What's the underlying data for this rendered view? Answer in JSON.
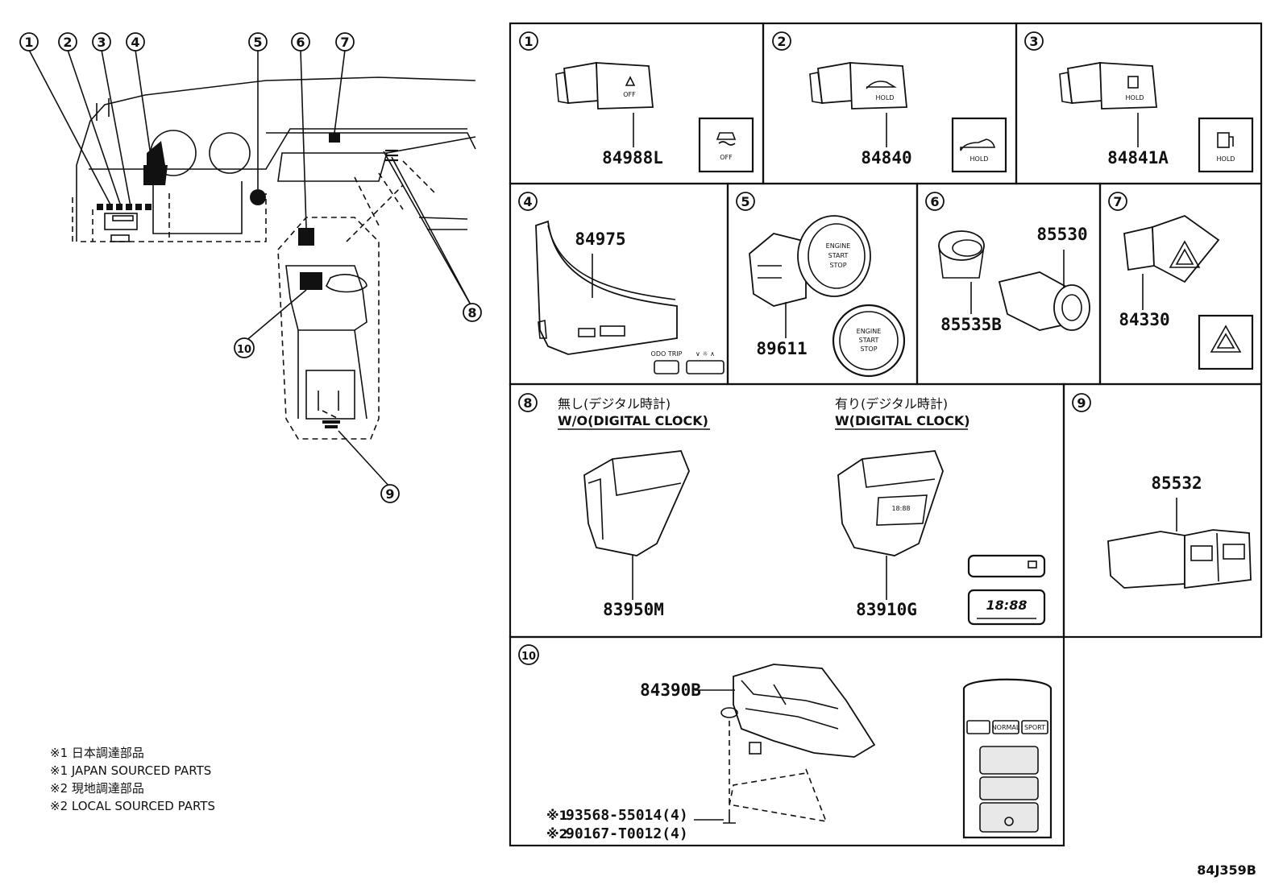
{
  "overview": {
    "callouts": [
      "1",
      "2",
      "3",
      "4",
      "5",
      "6",
      "7",
      "8",
      "9",
      "10"
    ]
  },
  "panels": {
    "p1": {
      "num": "1",
      "part": "84988L",
      "icon_text": "OFF",
      "switch_text": "OFF"
    },
    "p2": {
      "num": "2",
      "part": "84840",
      "icon_text": "HOLD",
      "switch_text": "HOLD"
    },
    "p3": {
      "num": "3",
      "part": "84841A",
      "icon_text": "HOLD",
      "switch_text": "HOLD"
    },
    "p4": {
      "num": "4",
      "part": "84975",
      "btn1": "ODO TRIP",
      "btn2": "∨ ☼ ∧"
    },
    "p5": {
      "num": "5",
      "part": "89611",
      "btn_line1": "ENGINE",
      "btn_line2": "START",
      "btn_line3": "STOP"
    },
    "p6": {
      "num": "6",
      "part_a": "85530",
      "part_b": "85535B"
    },
    "p7": {
      "num": "7",
      "part": "84330"
    },
    "p8": {
      "num": "8",
      "wo_jp": "無し(デジタル時計)",
      "wo_en": "W/O(DIGITAL CLOCK)",
      "w_jp": "有り(デジタル時計)",
      "w_en": "W(DIGITAL CLOCK)",
      "part_a": "83950M",
      "part_b": "83910G",
      "clock": "18:88"
    },
    "p9": {
      "num": "9",
      "part": "85532"
    },
    "p10": {
      "num": "10",
      "part": "84390B",
      "screw1_mark": "※1",
      "screw1": "93568-55014(4)",
      "screw2_mark": "※2",
      "screw2": "90167-T0012(4)",
      "btn_normal": "NORMAL",
      "btn_sport": "SPORT"
    }
  },
  "notes": [
    "※1 日本調達部品",
    "※1 JAPAN SOURCED PARTS",
    "※2 現地調達部品",
    "※2 LOCAL SOURCED PARTS"
  ],
  "figure_code": "84J359B"
}
